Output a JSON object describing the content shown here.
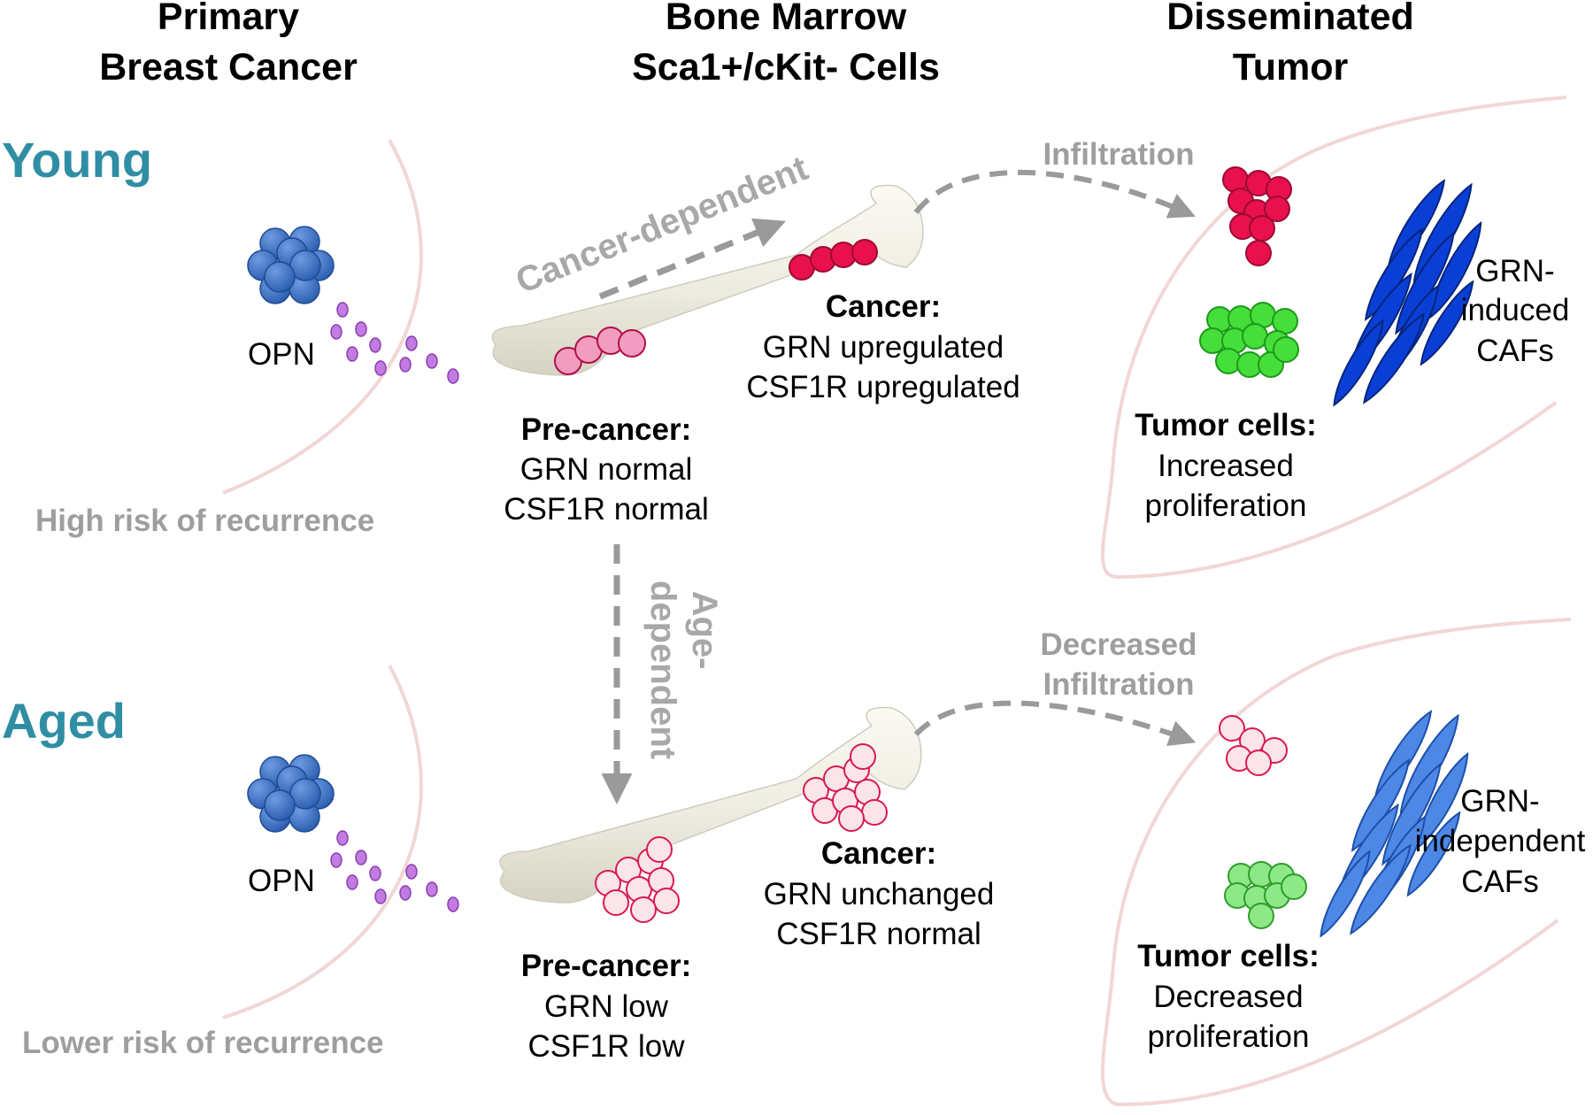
{
  "columns": {
    "primary": [
      "Primary",
      "Breast Cancer"
    ],
    "bone_marrow": [
      "Bone Marrow",
      "Sca1+/cKit- Cells"
    ],
    "disseminated": [
      "Disseminated",
      "Tumor"
    ]
  },
  "young": {
    "label": "Young",
    "opn": "OPN",
    "risk": "High risk of recurrence",
    "arrow_label": "Cancer-dependent",
    "infiltration": "Infiltration",
    "precancer": {
      "title": "Pre-cancer:",
      "lines": [
        "GRN normal",
        "CSF1R normal"
      ]
    },
    "cancer": {
      "title": "Cancer:",
      "lines": [
        "GRN upregulated",
        "CSF1R upregulated"
      ]
    },
    "tumor": {
      "title": "Tumor cells:",
      "lines": [
        "Increased",
        "proliferation"
      ]
    },
    "cafs": [
      "GRN-",
      "induced",
      "CAFs"
    ]
  },
  "age_arrow": [
    "Age-",
    "dependent"
  ],
  "aged": {
    "label": "Aged",
    "opn": "OPN",
    "risk": "Lower risk of recurrence",
    "infiltration": [
      "Decreased",
      "Infiltration"
    ],
    "precancer": {
      "title": "Pre-cancer:",
      "lines": [
        "GRN low",
        "CSF1R low"
      ]
    },
    "cancer": {
      "title": "Cancer:",
      "lines": [
        "GRN unchanged",
        "CSF1R normal"
      ]
    },
    "tumor": {
      "title": "Tumor cells:",
      "lines": [
        "Decreased",
        "proliferation"
      ]
    },
    "cafs": [
      "GRN-",
      "independent",
      "CAFs"
    ]
  },
  "colors": {
    "row_label": "#2f8ea3",
    "primary_tumor": "#3a74c4",
    "opn": "#c27be0",
    "cancer_bm_young": "#e8104d",
    "precancer_bm_young": "#f29dc0",
    "aged_bm_cells": "#fbe4ea",
    "tumor_cells_young": "#46de3a",
    "tumor_cells_aged": "#8ee888",
    "cafs_young": "#0a3fd6",
    "cafs_aged": "#4e88e6",
    "tissue_outline": "#f2d6d6",
    "arrow": "#9a9a9a"
  }
}
